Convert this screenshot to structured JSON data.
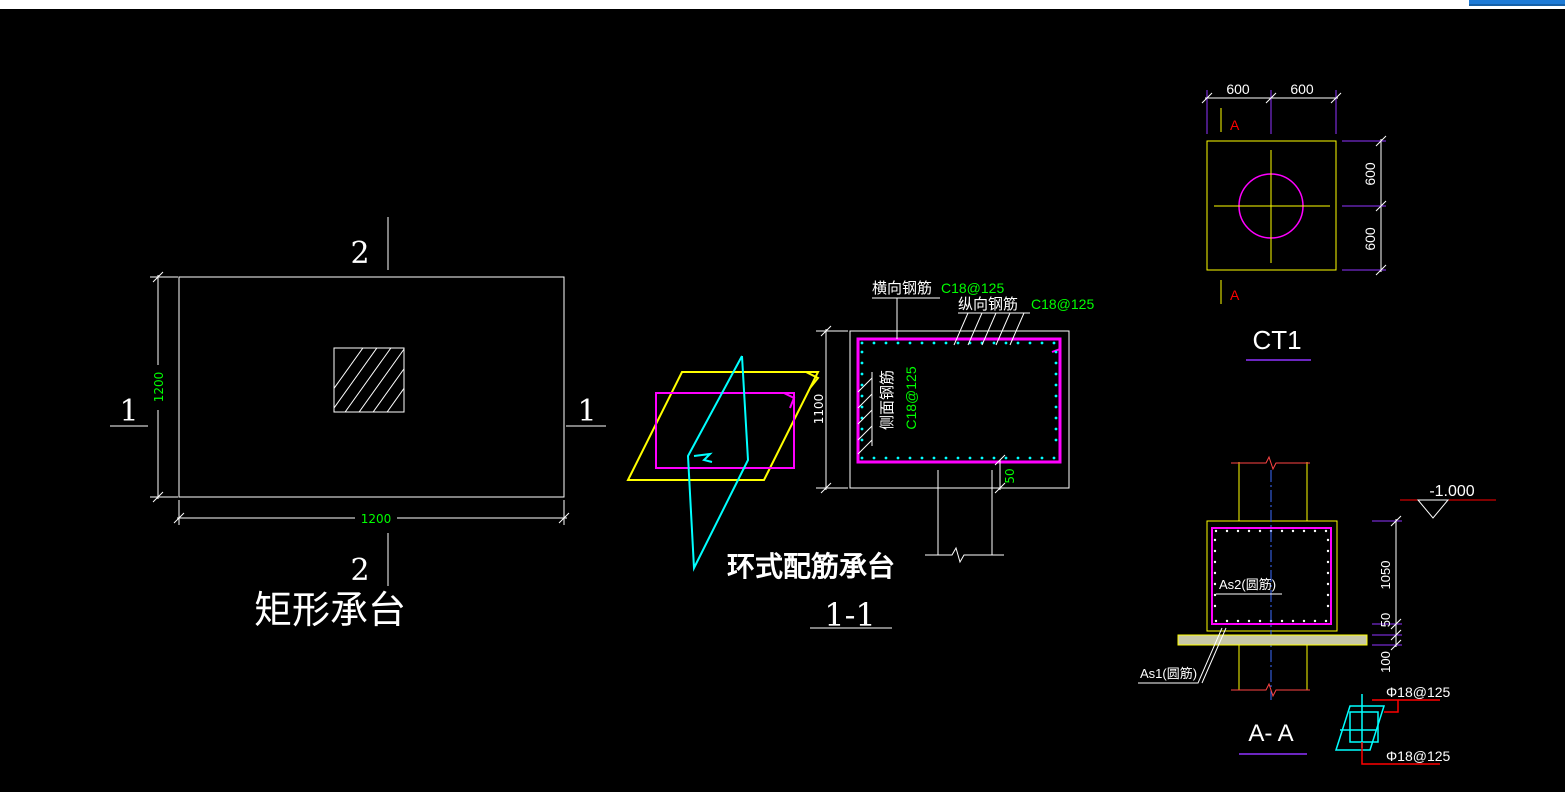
{
  "colors": {
    "background": "#000000",
    "line": "#ffffff",
    "dim_text": "#00ff00",
    "magenta": "#ff00ff",
    "yellow": "#ffff00",
    "cyan": "#00ffff",
    "red": "#ff0000",
    "purple": "#8f33ff",
    "gray_fill": "#c8c8a8"
  },
  "rect_cap": {
    "title": "矩形承台",
    "dim_width": "1200",
    "dim_height": "1200",
    "section_1_left": "1",
    "section_1_right": "1",
    "section_2_top": "2",
    "section_2_bottom": "2"
  },
  "ring_cap": {
    "title": "环式配筋承台"
  },
  "section_11": {
    "title": "1-1",
    "dim_height": "1100",
    "dim_cover": "50",
    "transverse_label": "横向钢筋",
    "transverse_spec": "C18@125",
    "longitudinal_label": "纵向钢筋",
    "longitudinal_spec": "C18@125",
    "side_label": "侧面钢筋",
    "side_spec": "C18@125"
  },
  "ct1": {
    "title": "CT1",
    "dim_top_left": "600",
    "dim_top_right": "600",
    "dim_right_upper": "600",
    "dim_right_lower": "600",
    "section_mark_top": "A",
    "section_mark_bottom": "A"
  },
  "section_aa": {
    "title": "A- A",
    "elevation": "-1.000",
    "dim_height": "1050",
    "dim_cover": "50",
    "dim_bedding": "100",
    "as2_label": "As2(圆筋)",
    "as1_label": "As1(圆筋)",
    "rebar_spec_top": "Φ18@125",
    "rebar_spec_bottom": "Φ18@125"
  }
}
